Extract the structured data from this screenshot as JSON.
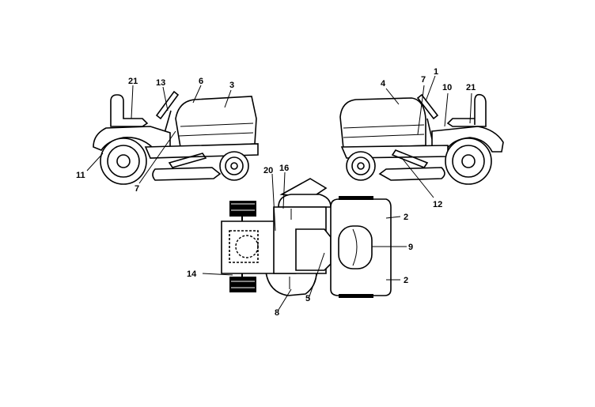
{
  "callouts": {
    "left_21": "21",
    "left_13": "13",
    "left_6": "6",
    "left_3": "3",
    "left_11": "11",
    "left_7": "7",
    "right_1": "1",
    "right_7": "7",
    "right_4": "4",
    "right_10": "10",
    "right_21": "21",
    "right_12": "12",
    "top_20": "20",
    "top_16": "16",
    "top_2a": "2",
    "top_9": "9",
    "top_14": "14",
    "top_2b": "2",
    "top_5": "5",
    "top_8": "8"
  }
}
